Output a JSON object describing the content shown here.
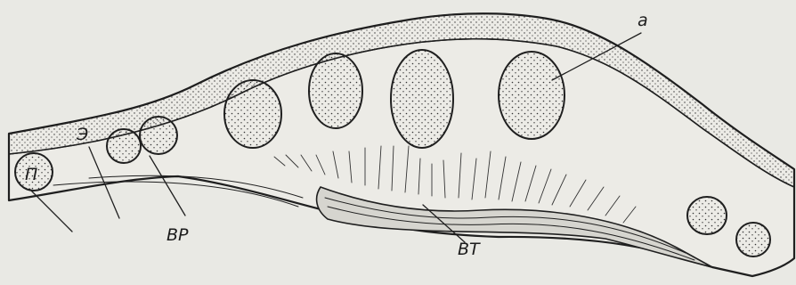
{
  "figure": {
    "labels": {
      "a": "а",
      "p": "П",
      "e": "Э",
      "vr": "ВР",
      "vt": "ВТ"
    }
  }
}
